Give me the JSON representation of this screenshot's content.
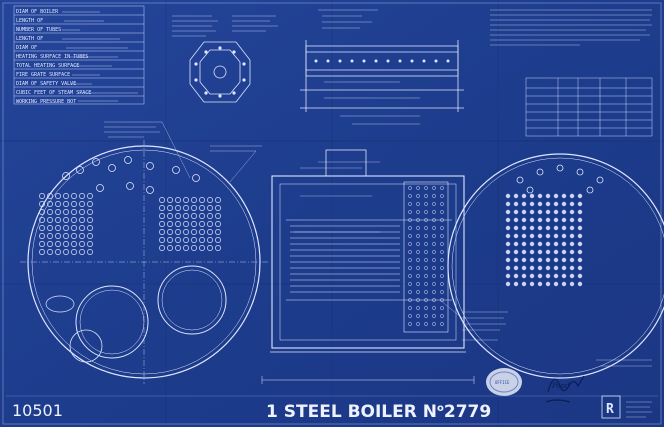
{
  "title_block": {
    "drawing_number": "10501",
    "title_prefix": "1 STEEL BOILER N",
    "title_superscript": "o",
    "boiler_number": "2779",
    "corner_logo": "R"
  },
  "spec_table": {
    "rows": [
      {
        "label": "DIAM OF BOILER",
        "value": ""
      },
      {
        "label": "LENGTH OF",
        "value": ""
      },
      {
        "label": "NUMBER OF TUBES",
        "value": ""
      },
      {
        "label": "LENGTH OF",
        "value": ""
      },
      {
        "label": "DIAM OF",
        "value": ""
      },
      {
        "label": "HEATING SURFACE IN TUBES",
        "value": ""
      },
      {
        "label": "TOTAL HEATING SURFACE",
        "value": ""
      },
      {
        "label": "FIRE GRATE SURFACE",
        "value": ""
      },
      {
        "label": "DIAM OF SAFETY VALVE",
        "value": ""
      },
      {
        "label": "CUBIC FEET OF STEAM SPACE",
        "value": ""
      },
      {
        "label": "WORKING PRESSURE BOT",
        "value": ""
      }
    ]
  },
  "stamp": {
    "text": "OFFICE"
  },
  "signature": {
    "text": "Pond"
  }
}
